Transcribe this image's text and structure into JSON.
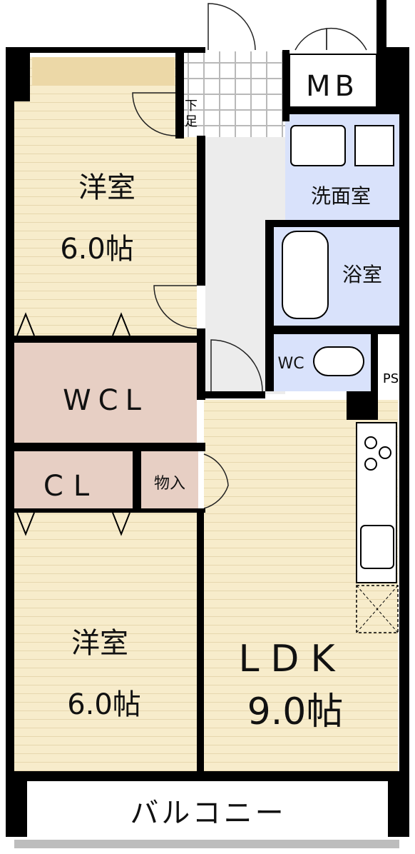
{
  "colors": {
    "western_room_floor": "#f7eccb",
    "closet_floor": "#e7cfc4",
    "wet_area_floor": "#d9e2fb",
    "hall_floor": "#ececec",
    "balcony_floor": "#ffffff",
    "entrance_tile": "#ffffff",
    "wall": "#000000"
  },
  "rooms": {
    "western_room_top": {
      "name": "洋室",
      "size": "6.0帖"
    },
    "walk_in_closet": {
      "name": "WCL"
    },
    "closet": {
      "name": "CL"
    },
    "storage": {
      "name": "物入"
    },
    "western_room_bottom": {
      "name": "洋室",
      "size": "6.0帖"
    },
    "ldk": {
      "name": "LDK",
      "size": "9.0帖"
    },
    "washroom": {
      "name": "洗面室"
    },
    "bathroom": {
      "name": "浴室"
    },
    "toilet": {
      "name": "WC"
    },
    "meter_box": {
      "name": "MB"
    },
    "shoe_box": {
      "name_line1": "下",
      "name_line2": "足"
    },
    "pipe_space": {
      "name": "PS"
    },
    "balcony": {
      "name": "バルコニー"
    }
  }
}
